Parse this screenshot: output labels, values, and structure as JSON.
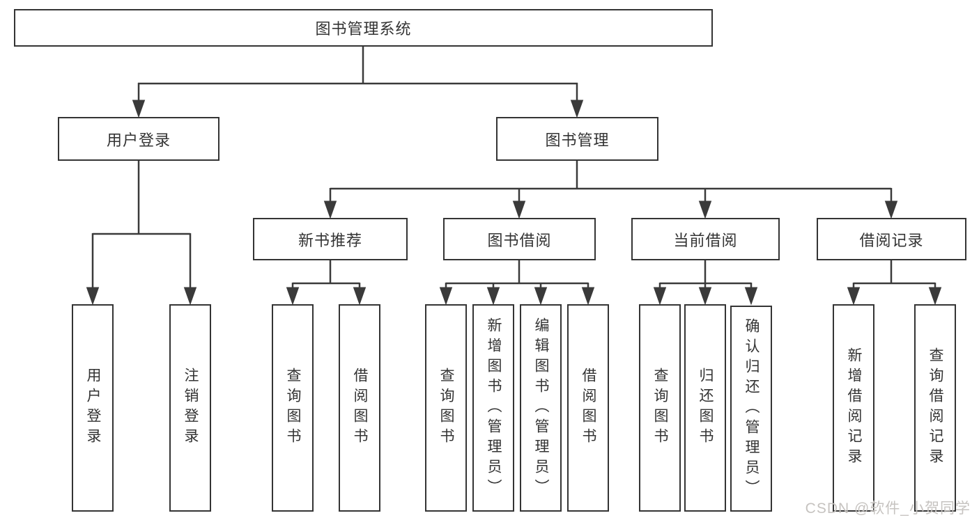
{
  "diagram_title": "图书管理系统",
  "tree": {
    "label": "图书管理系统",
    "children": [
      {
        "label": "用户登录",
        "children": [
          {
            "label": "用户登录"
          },
          {
            "label": "注销登录"
          }
        ]
      },
      {
        "label": "图书管理",
        "children": [
          {
            "label": "新书推荐",
            "children": [
              {
                "label": "查询图书"
              },
              {
                "label": "借阅图书"
              }
            ]
          },
          {
            "label": "图书借阅",
            "children": [
              {
                "label": "查询图书"
              },
              {
                "label": "新增图书（管理员）"
              },
              {
                "label": "编辑图书（管理员）"
              },
              {
                "label": "借阅图书"
              }
            ]
          },
          {
            "label": "当前借阅",
            "children": [
              {
                "label": "查询图书"
              },
              {
                "label": "归还图书"
              },
              {
                "label": "确认归还（管理员）"
              }
            ]
          },
          {
            "label": "借阅记录",
            "children": [
              {
                "label": "新增借阅记录"
              },
              {
                "label": "查询借阅记录"
              }
            ]
          }
        ]
      }
    ]
  },
  "watermark": "CSDN @软件_小贺同学",
  "colors": {
    "line": "#3a3a3a",
    "text": "#333333",
    "background": "#ffffff",
    "watermark": "#c6c3c0"
  }
}
